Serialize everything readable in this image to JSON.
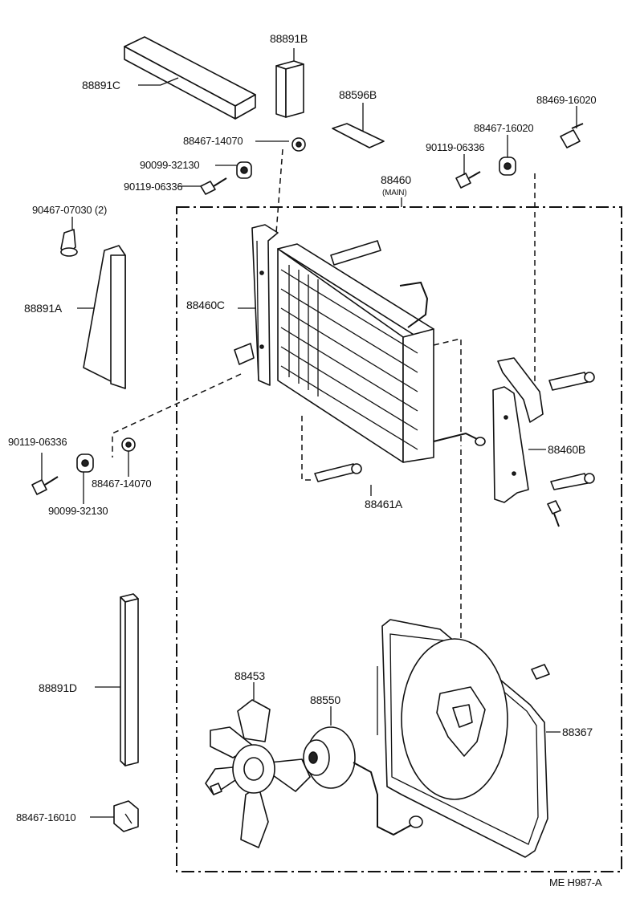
{
  "diagram": {
    "labels": {
      "p88891B": "88891B",
      "p88891C": "88891C",
      "p88596B": "88596B",
      "p88469_16020": "88469-16020",
      "p88467_16020": "88467-16020",
      "p88467_14070_top": "88467-14070",
      "p90119_06336_right": "90119-06336",
      "p90099_32130_top": "90099-32130",
      "p90119_06336_top": "90119-06336",
      "p88460": "88460",
      "p88460_main": "(MAIN)",
      "p90467_07030": "90467-07030 (2)",
      "p88891A": "88891A",
      "p88460C": "88460C",
      "p88460B": "88460B",
      "p90119_06336_left": "90119-06336",
      "p88467_14070_left": "88467-14070",
      "p90099_32130_left": "90099-32130",
      "p88461A": "88461A",
      "p88891D": "88891D",
      "p88453": "88453",
      "p88550": "88550",
      "p88367": "88367",
      "p88467_16010": "88467-16010",
      "code": "ME  H987-A"
    }
  }
}
